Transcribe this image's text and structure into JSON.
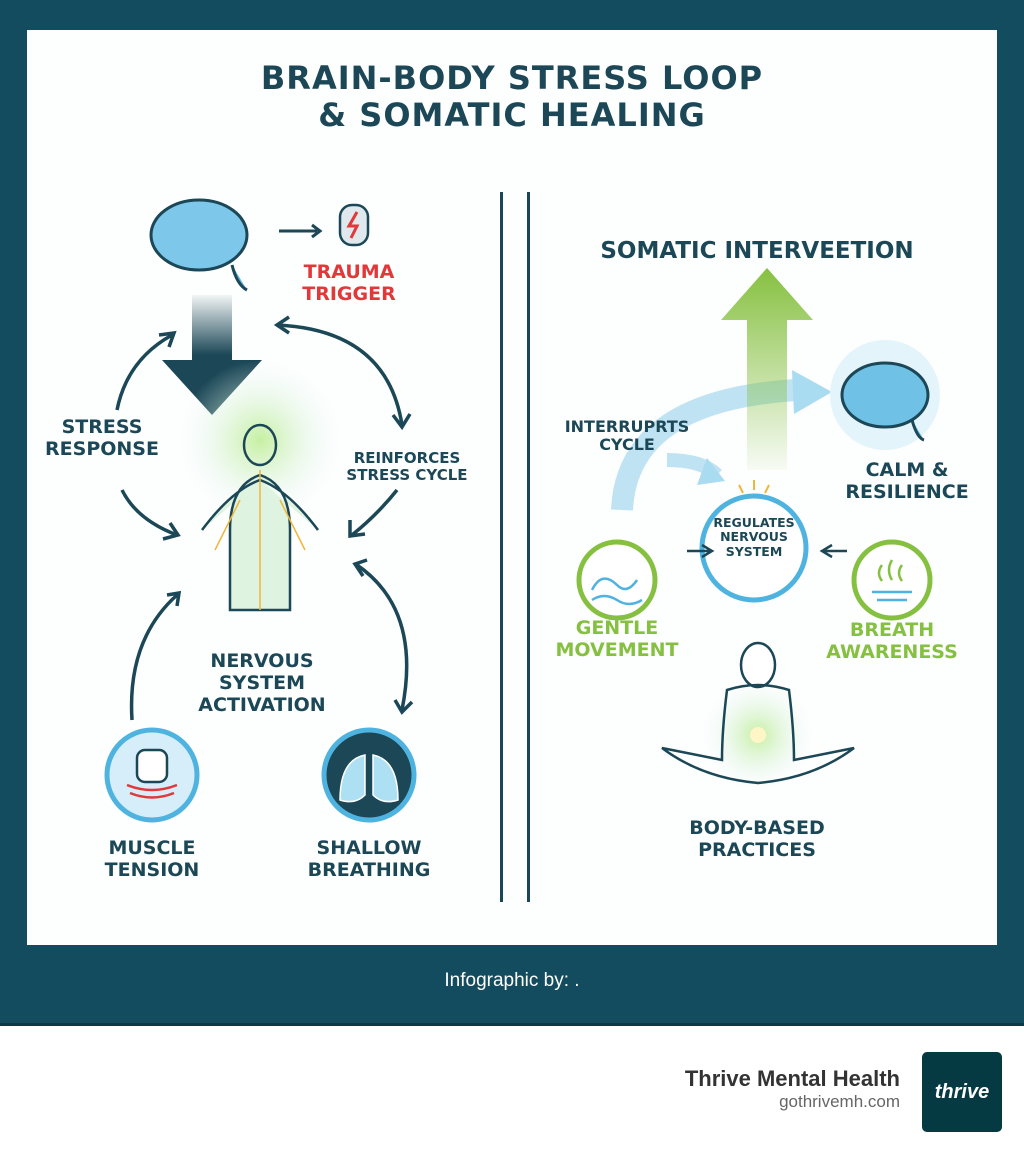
{
  "title_line1": "BRAIN-BODY STRESS LOOP",
  "title_line2": "& SOMATIC HEALING",
  "left": {
    "trauma1": "TRAUMA",
    "trauma2": "TRIGGER",
    "stress1": "STRESS",
    "stress2": "RESPONSE",
    "reinf1": "REINFORCES",
    "reinf2": "STRESS CYCLE",
    "nerv1": "NERVOUS",
    "nerv2": "SYSTEM",
    "nerv3": "ACTIVATION",
    "muscle1": "MUSCLE",
    "muscle2": "TENSION",
    "shallow1": "SHALLOW",
    "shallow2": "BREATHING"
  },
  "right": {
    "heading": "SOMATIC INTERVEETION",
    "interrupt1": "INTERRUPRTS",
    "interrupt2": "CYCLE",
    "calm1": "CALM &",
    "calm2": "RESILIENCE",
    "reg1": "REGULATES",
    "reg2": "NERVOUS",
    "reg3": "SYSTEM",
    "gentle1": "GENTLE",
    "gentle2": "MOVEMENT",
    "breath1": "BREATH",
    "breath2": "AWARENESS",
    "body1": "BODY-BASED",
    "body2": "PRACTICES"
  },
  "credit": "Infographic by: .",
  "brand": {
    "name": "Thrive Mental Health",
    "url": "gothrivemh.com",
    "logo": "thrive"
  },
  "colors": {
    "frame": "#124c5e",
    "text": "#1b4756",
    "red": "#e2383a",
    "green": "#86c040",
    "blue": "#4fb3e0"
  }
}
